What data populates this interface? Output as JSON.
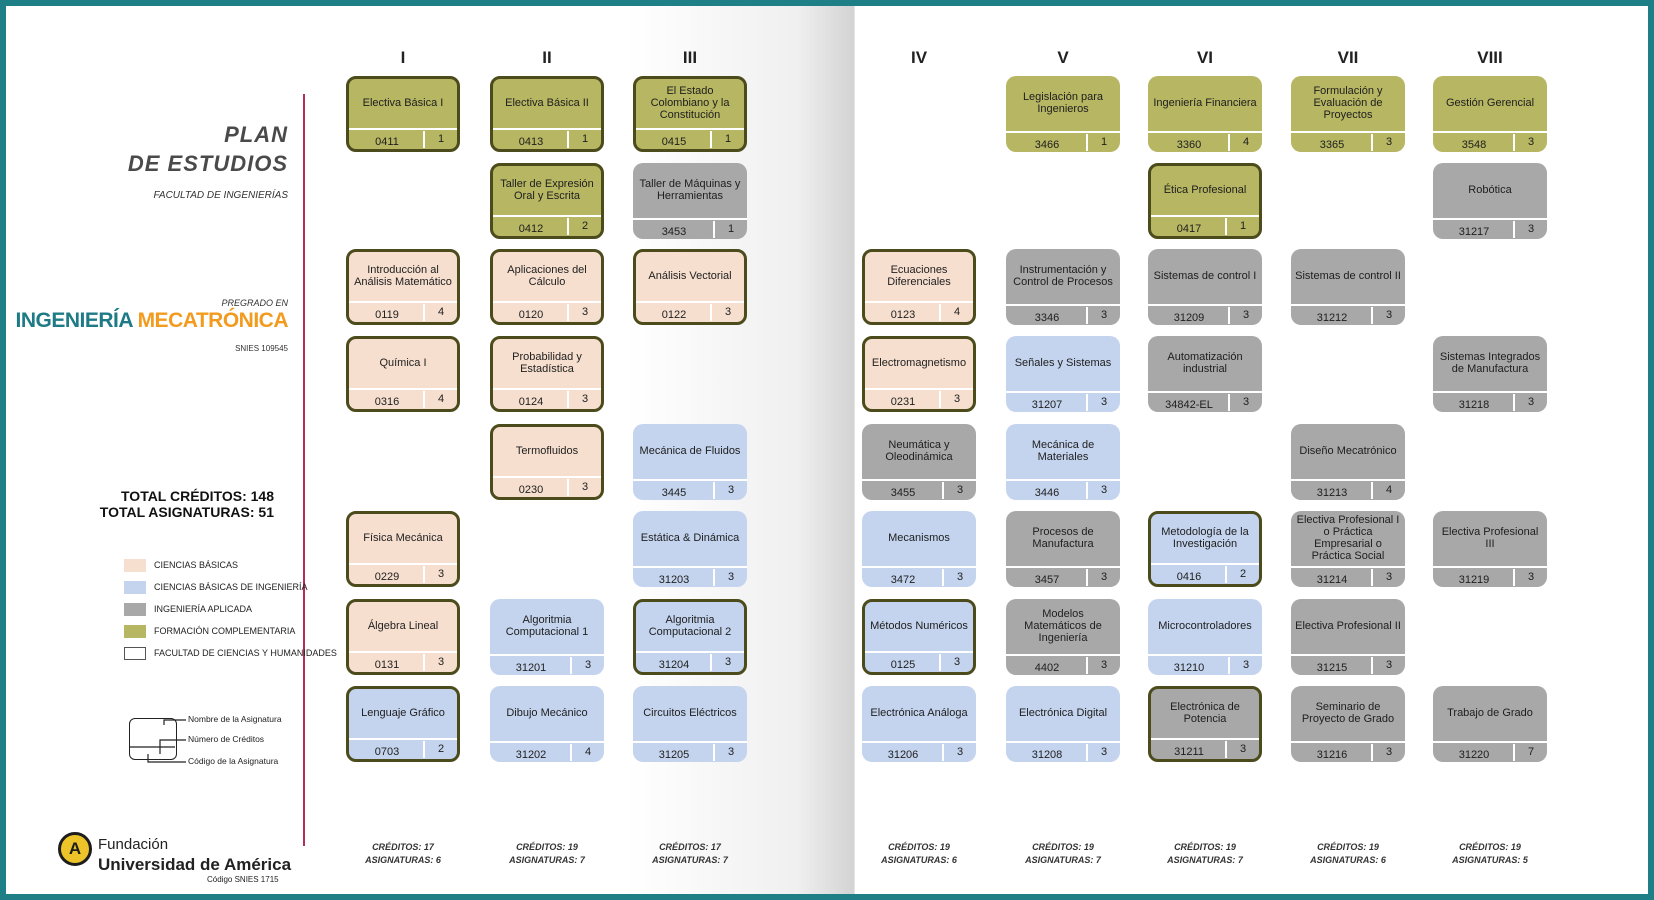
{
  "header": {
    "title_line1": "PLAN",
    "title_line2": "DE ESTUDIOS",
    "faculty": "FACULTAD DE INGENIERÍAS",
    "pregrado": "PREGRADO EN",
    "program_part1": "INGENIERÍA ",
    "program_part2": "MECATRÓNICA",
    "snies": "SNIES 109545"
  },
  "totals": {
    "creditos": "TOTAL CRÉDITOS: 148",
    "asignaturas": "TOTAL ASIGNATURAS: 51"
  },
  "legend": [
    {
      "label": "CIENCIAS BÁSICAS",
      "color": "#f6dfcf"
    },
    {
      "label": "CIENCIAS BÁSICAS DE INGENIERÍA",
      "color": "#c4d4ee"
    },
    {
      "label": "INGENIERÍA APLICADA",
      "color": "#a8a8a8"
    },
    {
      "label": "FORMACIÓN COMPLEMENTARIA",
      "color": "#b6b663"
    },
    {
      "label": "FACULTAD DE CIENCIAS Y HUMANIDADES",
      "color": "#ffffff"
    }
  ],
  "key": {
    "nombre": "Nombre de la Asignatura",
    "creditos": "Número de Créditos",
    "codigo": "Código de la Asignatura"
  },
  "logo": {
    "mark": "A",
    "line1": "Fundación",
    "line2": "Universidad de América",
    "line3": "Código SNIES 1715"
  },
  "semesters": [
    {
      "label": "I",
      "creditos": "CRÉDITOS: 17",
      "asignaturas": "ASIGNATURAS: 6"
    },
    {
      "label": "II",
      "creditos": "CRÉDITOS: 19",
      "asignaturas": "ASIGNATURAS: 7"
    },
    {
      "label": "III",
      "creditos": "CRÉDITOS: 17",
      "asignaturas": "ASIGNATURAS: 7"
    },
    {
      "label": "IV",
      "creditos": "CRÉDITOS: 19",
      "asignaturas": "ASIGNATURAS: 6"
    },
    {
      "label": "V",
      "creditos": "CRÉDITOS: 19",
      "asignaturas": "ASIGNATURAS: 7"
    },
    {
      "label": "VI",
      "creditos": "CRÉDITOS: 19",
      "asignaturas": "ASIGNATURAS: 7"
    },
    {
      "label": "VII",
      "creditos": "CRÉDITOS: 19",
      "asignaturas": "ASIGNATURAS: 6"
    },
    {
      "label": "VIII",
      "creditos": "CRÉDITOS: 19",
      "asignaturas": "ASIGNATURAS: 5"
    }
  ],
  "courses": [
    {
      "sem": 0,
      "row": 0,
      "name": "Electiva Básica I",
      "code": "0411",
      "credits": "1",
      "area": "fc",
      "fch": true
    },
    {
      "sem": 0,
      "row": 2,
      "name": "Introducción al Análisis Matemático",
      "code": "0119",
      "credits": "4",
      "area": "cb",
      "fch": true
    },
    {
      "sem": 0,
      "row": 3,
      "name": "Química I",
      "code": "0316",
      "credits": "4",
      "area": "cb",
      "fch": true
    },
    {
      "sem": 0,
      "row": 5,
      "name": "Física Mecánica",
      "code": "0229",
      "credits": "3",
      "area": "cb",
      "fch": true
    },
    {
      "sem": 0,
      "row": 6,
      "name": "Álgebra Lineal",
      "code": "0131",
      "credits": "3",
      "area": "cb",
      "fch": true
    },
    {
      "sem": 0,
      "row": 7,
      "name": "Lenguaje Gráfico",
      "code": "0703",
      "credits": "2",
      "area": "cbi",
      "fch": true
    },
    {
      "sem": 1,
      "row": 0,
      "name": "Electiva Básica II",
      "code": "0413",
      "credits": "1",
      "area": "fc",
      "fch": true
    },
    {
      "sem": 1,
      "row": 1,
      "name": "Taller de Expresión Oral y Escrita",
      "code": "0412",
      "credits": "2",
      "area": "fc",
      "fch": true
    },
    {
      "sem": 1,
      "row": 2,
      "name": "Aplicaciones del Cálculo",
      "code": "0120",
      "credits": "3",
      "area": "cb",
      "fch": true
    },
    {
      "sem": 1,
      "row": 3,
      "name": "Probabilidad y Estadística",
      "code": "0124",
      "credits": "3",
      "area": "cb",
      "fch": true
    },
    {
      "sem": 1,
      "row": 4,
      "name": "Termofluidos",
      "code": "0230",
      "credits": "3",
      "area": "cb",
      "fch": true
    },
    {
      "sem": 1,
      "row": 6,
      "name": "Algoritmia Computacional 1",
      "code": "31201",
      "credits": "3",
      "area": "cbi",
      "fch": false
    },
    {
      "sem": 1,
      "row": 7,
      "name": "Dibujo Mecánico",
      "code": "31202",
      "credits": "4",
      "area": "cbi",
      "fch": false
    },
    {
      "sem": 2,
      "row": 0,
      "name": "El Estado Colombiano y la Constitución",
      "code": "0415",
      "credits": "1",
      "area": "fc",
      "fch": true
    },
    {
      "sem": 2,
      "row": 1,
      "name": "Taller de Máquinas y Herramientas",
      "code": "3453",
      "credits": "1",
      "area": "ia",
      "fch": false
    },
    {
      "sem": 2,
      "row": 2,
      "name": "Análisis Vectorial",
      "code": "0122",
      "credits": "3",
      "area": "cb",
      "fch": true
    },
    {
      "sem": 2,
      "row": 4,
      "name": "Mecánica de Fluidos",
      "code": "3445",
      "credits": "3",
      "area": "cbi",
      "fch": false
    },
    {
      "sem": 2,
      "row": 5,
      "name": "Estática & Dinámica",
      "code": "31203",
      "credits": "3",
      "area": "cbi",
      "fch": false
    },
    {
      "sem": 2,
      "row": 6,
      "name": "Algoritmia Computacional 2",
      "code": "31204",
      "credits": "3",
      "area": "cbi",
      "fch": true
    },
    {
      "sem": 2,
      "row": 7,
      "name": "Circuitos Eléctricos",
      "code": "31205",
      "credits": "3",
      "area": "cbi",
      "fch": false
    },
    {
      "sem": 3,
      "row": 2,
      "name": "Ecuaciones Diferenciales",
      "code": "0123",
      "credits": "4",
      "area": "cb",
      "fch": true
    },
    {
      "sem": 3,
      "row": 3,
      "name": "Electromagnetismo",
      "code": "0231",
      "credits": "3",
      "area": "cb",
      "fch": true
    },
    {
      "sem": 3,
      "row": 4,
      "name": "Neumática y Oleodinámica",
      "code": "3455",
      "credits": "3",
      "area": "ia",
      "fch": false
    },
    {
      "sem": 3,
      "row": 5,
      "name": "Mecanismos",
      "code": "3472",
      "credits": "3",
      "area": "cbi",
      "fch": false
    },
    {
      "sem": 3,
      "row": 6,
      "name": "Métodos Numéricos",
      "code": "0125",
      "credits": "3",
      "area": "cbi",
      "fch": true
    },
    {
      "sem": 3,
      "row": 7,
      "name": "Electrónica Análoga",
      "code": "31206",
      "credits": "3",
      "area": "cbi",
      "fch": false
    },
    {
      "sem": 4,
      "row": 0,
      "name": "Legislación para Ingenieros",
      "code": "3466",
      "credits": "1",
      "area": "fc",
      "fch": false
    },
    {
      "sem": 4,
      "row": 2,
      "name": "Instrumentación y Control de Procesos",
      "code": "3346",
      "credits": "3",
      "area": "ia",
      "fch": false
    },
    {
      "sem": 4,
      "row": 3,
      "name": "Señales y Sistemas",
      "code": "31207",
      "credits": "3",
      "area": "cbi",
      "fch": false
    },
    {
      "sem": 4,
      "row": 4,
      "name": "Mecánica de Materiales",
      "code": "3446",
      "credits": "3",
      "area": "cbi",
      "fch": false
    },
    {
      "sem": 4,
      "row": 5,
      "name": "Procesos de Manufactura",
      "code": "3457",
      "credits": "3",
      "area": "ia",
      "fch": false
    },
    {
      "sem": 4,
      "row": 6,
      "name": "Modelos Matemáticos de Ingeniería",
      "code": "4402",
      "credits": "3",
      "area": "ia",
      "fch": false
    },
    {
      "sem": 4,
      "row": 7,
      "name": "Electrónica Digital",
      "code": "31208",
      "credits": "3",
      "area": "cbi",
      "fch": false
    },
    {
      "sem": 5,
      "row": 0,
      "name": "Ingeniería Financiera",
      "code": "3360",
      "credits": "4",
      "area": "fc",
      "fch": false
    },
    {
      "sem": 5,
      "row": 1,
      "name": "Ética Profesional",
      "code": "0417",
      "credits": "1",
      "area": "fc",
      "fch": true
    },
    {
      "sem": 5,
      "row": 2,
      "name": "Sistemas de control I",
      "code": "31209",
      "credits": "3",
      "area": "ia",
      "fch": false
    },
    {
      "sem": 5,
      "row": 3,
      "name": "Automatización industrial",
      "code": "34842-EL",
      "credits": "3",
      "area": "ia",
      "fch": false
    },
    {
      "sem": 5,
      "row": 5,
      "name": "Metodología de la Investigación",
      "code": "0416",
      "credits": "2",
      "area": "cbi",
      "fch": true
    },
    {
      "sem": 5,
      "row": 6,
      "name": "Microcontroladores",
      "code": "31210",
      "credits": "3",
      "area": "cbi",
      "fch": false
    },
    {
      "sem": 5,
      "row": 7,
      "name": "Electrónica de Potencia",
      "code": "31211",
      "credits": "3",
      "area": "ia",
      "fch": true
    },
    {
      "sem": 6,
      "row": 0,
      "name": "Formulación y Evaluación de Proyectos",
      "code": "3365",
      "credits": "3",
      "area": "fc",
      "fch": false
    },
    {
      "sem": 6,
      "row": 2,
      "name": "Sistemas de control II",
      "code": "31212",
      "credits": "3",
      "area": "ia",
      "fch": false
    },
    {
      "sem": 6,
      "row": 4,
      "name": "Diseño Mecatrónico",
      "code": "31213",
      "credits": "4",
      "area": "ia",
      "fch": false
    },
    {
      "sem": 6,
      "row": 5,
      "name": "Electiva Profesional I o Práctica Empresarial o Práctica Social",
      "code": "31214",
      "credits": "3",
      "area": "ia",
      "fch": false
    },
    {
      "sem": 6,
      "row": 6,
      "name": "Electiva Profesional II",
      "code": "31215",
      "credits": "3",
      "area": "ia",
      "fch": false
    },
    {
      "sem": 6,
      "row": 7,
      "name": "Seminario de Proyecto de Grado",
      "code": "31216",
      "credits": "3",
      "area": "ia",
      "fch": false
    },
    {
      "sem": 7,
      "row": 0,
      "name": "Gestión Gerencial",
      "code": "3548",
      "credits": "3",
      "area": "fc",
      "fch": false
    },
    {
      "sem": 7,
      "row": 1,
      "name": "Robótica",
      "code": "31217",
      "credits": "3",
      "area": "ia",
      "fch": false
    },
    {
      "sem": 7,
      "row": 3,
      "name": "Sistemas Integrados de Manufactura",
      "code": "31218",
      "credits": "3",
      "area": "ia",
      "fch": false
    },
    {
      "sem": 7,
      "row": 5,
      "name": "Electiva Profesional III",
      "code": "31219",
      "credits": "3",
      "area": "ia",
      "fch": false
    },
    {
      "sem": 7,
      "row": 7,
      "name": "Trabajo de Grado",
      "code": "31220",
      "credits": "7",
      "area": "ia",
      "fch": false
    }
  ]
}
